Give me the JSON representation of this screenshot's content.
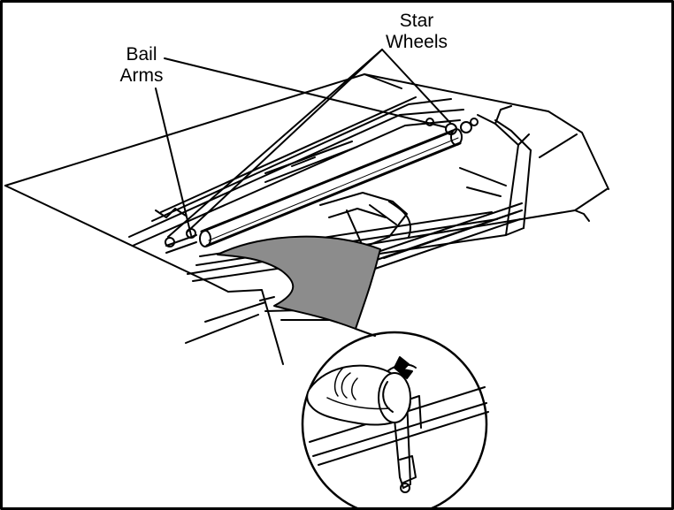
{
  "figure": {
    "callouts": {
      "bail_arms": {
        "line1": "Bail",
        "line2": "Arms"
      },
      "star_wheels": {
        "line1": "Star",
        "line2": "Wheels"
      }
    }
  }
}
